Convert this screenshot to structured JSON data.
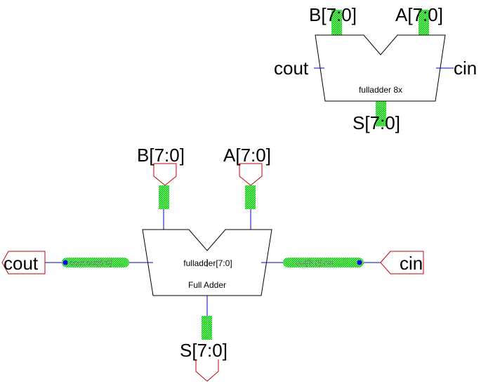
{
  "colors": {
    "bus_fill": "#00d000",
    "wire": "#0000c8",
    "port_outline": "#c80000",
    "block_outline": "#000000",
    "net_label": "#7a7a7a",
    "junction": "#0000ff"
  },
  "symbol": {
    "port_top_left": "B[7:0]",
    "port_top_right": "A[7:0]",
    "port_left": "cout",
    "port_right": "cin",
    "port_bottom": "S[7:0]",
    "block_label": "fulladder 8x"
  },
  "schematic": {
    "input_b": "B[7:0]",
    "input_a": "A[7:0]",
    "output_cout": "cout",
    "input_cin": "cin",
    "output_s": "S[7:0]",
    "instance_name": "fulladder[7:0]",
    "block_label": "Full Adder",
    "net_left": "cout,out[6:0]",
    "net_right": "out[6:0],cin"
  }
}
